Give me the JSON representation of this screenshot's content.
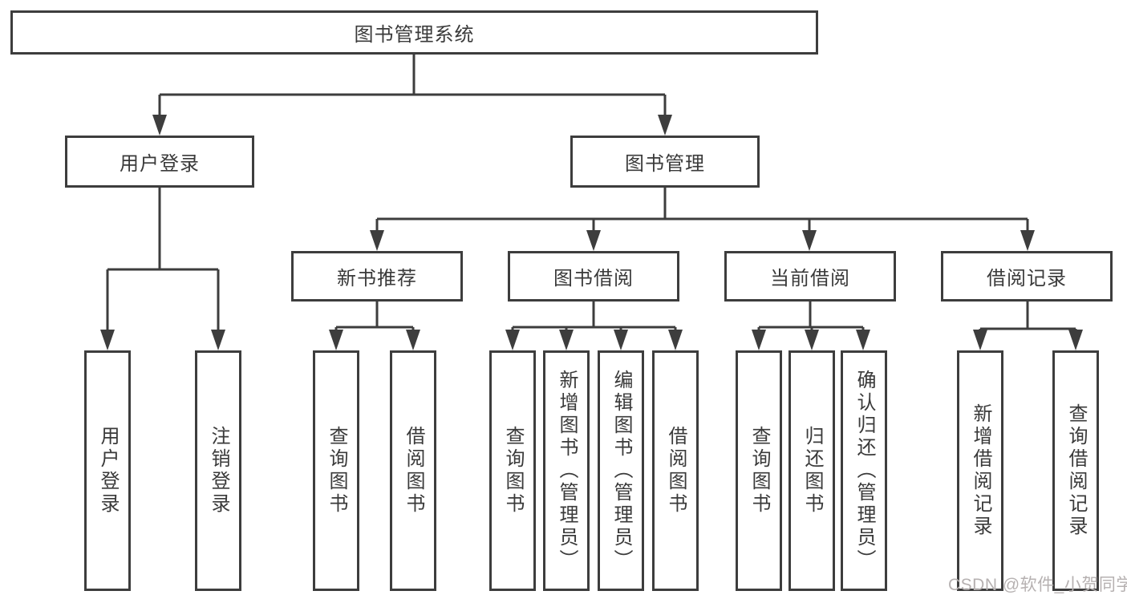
{
  "colors": {
    "line": "#3d3d3d",
    "text": "#3a3a3a",
    "background": "#ffffff",
    "watermark_text": "#b6b1b1"
  },
  "diagram": {
    "root": "图书管理系统",
    "watermark": "CSDN @软件_小贺同学",
    "branches": {
      "user_login": {
        "label": "用户登录",
        "children": [
          "用户登录",
          "注销登录"
        ]
      },
      "book_mgmt": {
        "label": "图书管理",
        "children": {
          "new_books": {
            "label": "新书推荐",
            "children": [
              "查询图书",
              "借阅图书"
            ]
          },
          "borrowing": {
            "label": "图书借阅",
            "children": [
              "查询图书",
              "新增图书（管理员）",
              "编辑图书（管理员）",
              "借阅图书"
            ]
          },
          "current": {
            "label": "当前借阅",
            "children": [
              "查询图书",
              "归还图书",
              "确认归还（管理员）"
            ]
          },
          "records": {
            "label": "借阅记录",
            "children": [
              "新增借阅记录",
              "查询借阅记录"
            ]
          }
        }
      }
    }
  }
}
